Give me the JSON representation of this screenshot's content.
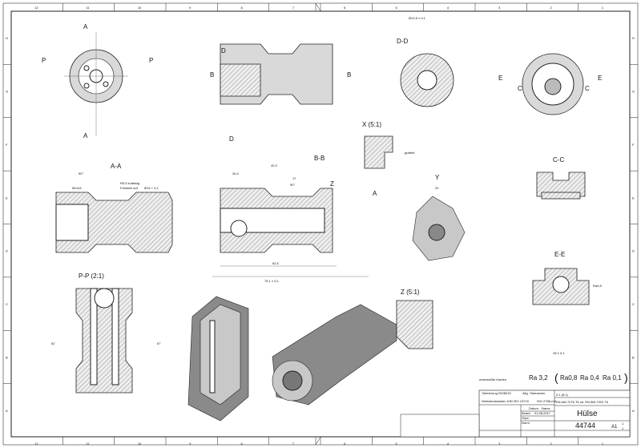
{
  "sheet": {
    "columns": [
      "12",
      "11",
      "10",
      "9",
      "8",
      "7",
      "6",
      "5",
      "4",
      "3",
      "2",
      "1"
    ],
    "rows": [
      "H",
      "G",
      "F",
      "E",
      "D",
      "C",
      "B",
      "A"
    ]
  },
  "views": {
    "section_aa": "A-A",
    "section_bb": "B-B",
    "section_dd": "D-D",
    "section_cc": "C-C",
    "section_ee": "E-E",
    "detail_x": "X (5:1)",
    "detail_y": "Y",
    "detail_z": "Z (5:1)",
    "section_pp": "P-P (2:1)"
  },
  "dimensions": {
    "bb_length": "75,1 ± 0,1",
    "bb_inner": "62,5",
    "bb_top": "40,3",
    "bb_depth": "26,3",
    "bb_17": "17",
    "bb_angle": "90°",
    "aa_angle": "90°",
    "aa_thread": "M14x1",
    "aa_note1": "R0,5 zulässig",
    "aa_note2": "Freistich auf",
    "aa_dia": "Ø14 + 0,1",
    "pp_len": "62",
    "pp_len2": "67",
    "x_note": "gratfrei",
    "dd_dim": "Ø12,8 ± 0,1",
    "y_dim": "20",
    "ee_dim": "28 ± 0,1",
    "ra_note": "Ra0,8"
  },
  "surface": {
    "edges_label": "unbemaßte Kanten",
    "general": "Ra 3,2",
    "values": [
      "Ra0,8",
      "Ra 0,4",
      "Ra 0,1"
    ]
  },
  "title_block": {
    "scale": "2:1 (5:1)",
    "material": "EN AW-7075 T6 od. EN AW-7022 T6",
    "title": "Hülse",
    "drawing_number": "44744",
    "format": "A1",
    "sheet": "1",
    "sheets": "1",
    "tolerancing": "Tolerierung ISO8015",
    "edges": "Werkstückkanten DIN ISO 13715",
    "general_tol": "Allg. Toleranzen",
    "iso": "ISO 2768-mK",
    "date_label": "Datum",
    "name_label": "Name",
    "drawn": "Bearb.",
    "checked": "Gepr.",
    "norm": "Norm",
    "date": "01.08.2017"
  }
}
